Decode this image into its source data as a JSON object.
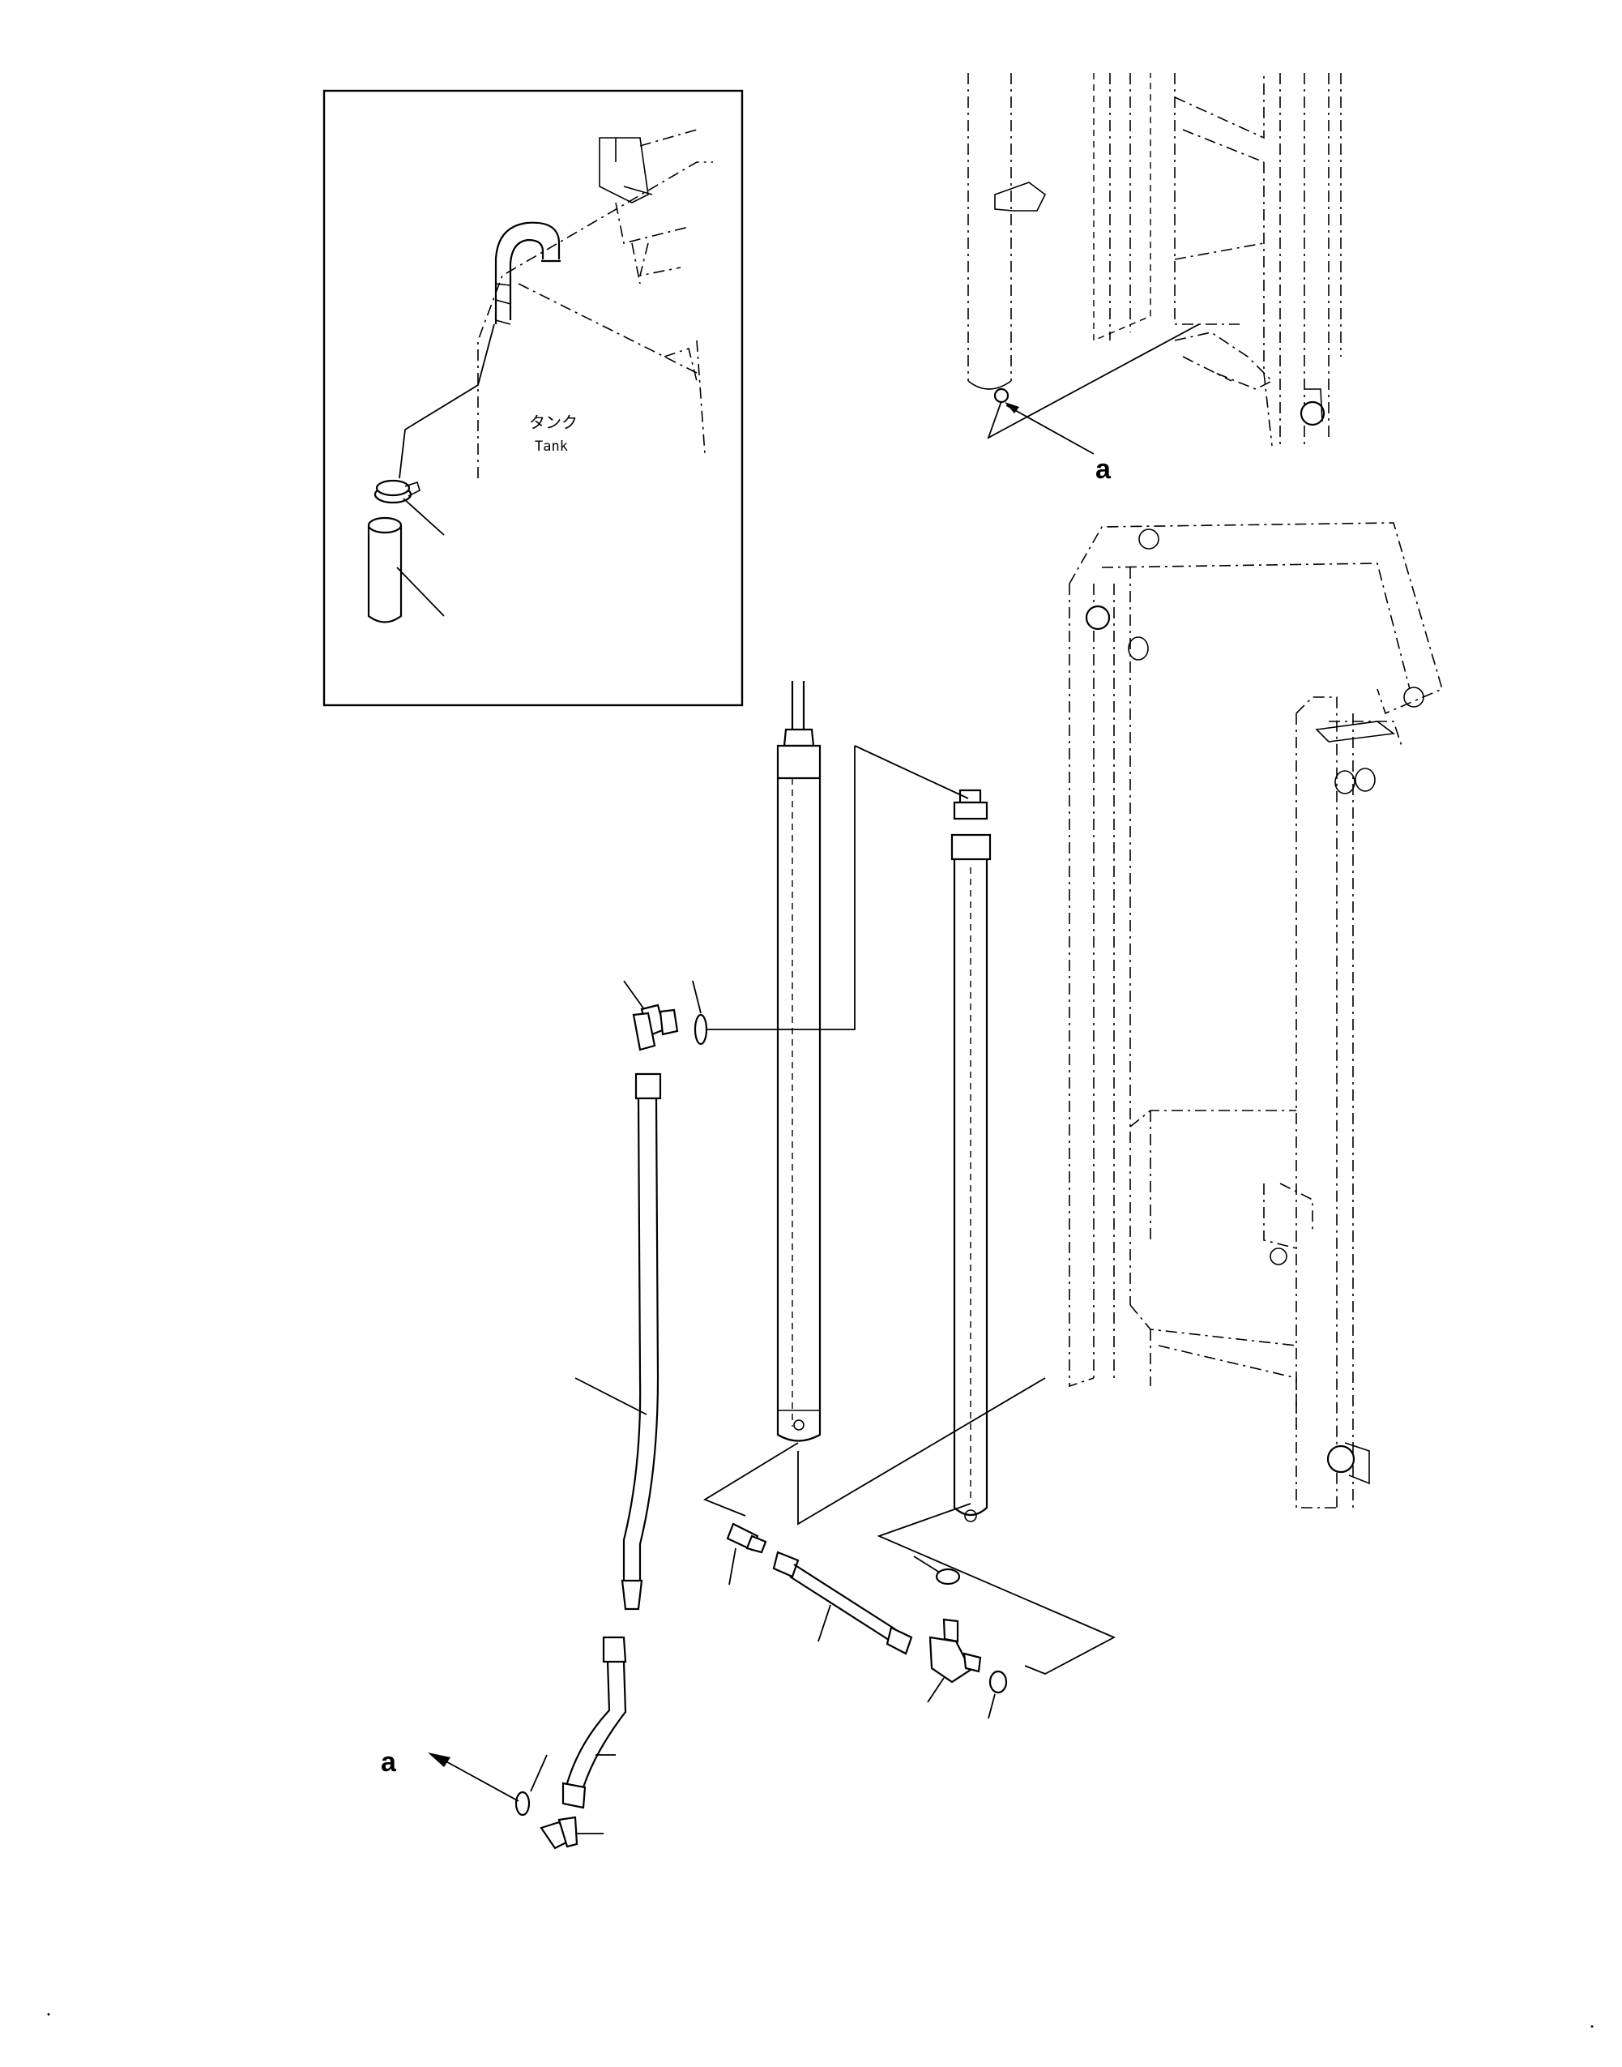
{
  "diagram": {
    "inset": {
      "tank_label_jp": "タンク",
      "tank_label_en": "Tank"
    },
    "top_view": {
      "ref_letter": "a"
    },
    "main_view": {
      "ref_letter": "a"
    }
  }
}
